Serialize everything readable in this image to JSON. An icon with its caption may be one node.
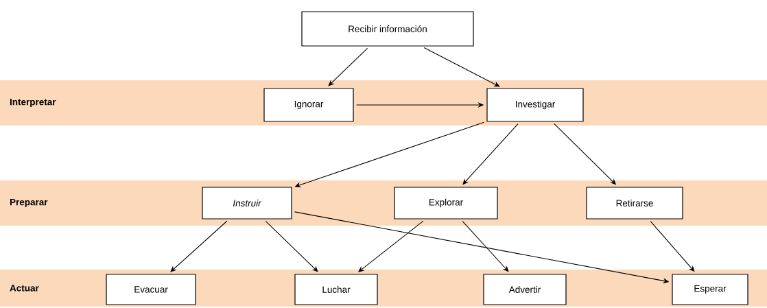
{
  "diagram": {
    "nodes": [
      {
        "text": [
          "Recibir información"
        ]
      },
      {
        "text": [
          "Interpretar"
        ]
      },
      {
        "text": [
          "Ignorar"
        ],
        "in": 1
      },
      {
        "text": [
          "Investigar"
        ],
        "in": 1
      },
      {
        "text": [
          "Preparar"
        ]
      },
      {
        "text": [
          "Instruir"
        ],
        "in": 4
      },
      {
        "text": [
          "Explorar"
        ],
        "in": 4
      },
      {
        "text": [
          "Retirarse"
        ],
        "in": 4
      },
      {
        "text": [
          "Actuar"
        ]
      },
      {
        "text": [
          "Evacuar"
        ],
        "in": 8
      },
      {
        "text": [
          "Luchar"
        ],
        "in": 8
      },
      {
        "text": [
          "Advertir"
        ],
        "in": 8
      },
      {
        "text": [
          "Esperar"
        ],
        "in": 8
      }
    ],
    "edges": [
      {
        "from": 0,
        "to": 2,
        "arrow": "to"
      },
      {
        "from": 0,
        "to": 3,
        "arrow": "to"
      },
      {
        "from": 2,
        "to": 3,
        "arrow": "to"
      },
      {
        "from": 3,
        "to": 5,
        "arrow": "to"
      },
      {
        "from": 3,
        "to": 6,
        "arrow": "to"
      },
      {
        "from": 3,
        "to": 7,
        "arrow": "to"
      },
      {
        "from": 5,
        "to": 9,
        "arrow": "to"
      },
      {
        "from": 5,
        "to": 10,
        "arrow": "to"
      },
      {
        "from": 5,
        "to": 12,
        "arrow": "to"
      },
      {
        "from": 6,
        "to": 10,
        "arrow": "to"
      },
      {
        "from": 6,
        "to": 11,
        "arrow": "to"
      },
      {
        "from": 7,
        "to": 12,
        "arrow": "to"
      }
    ]
  }
}
